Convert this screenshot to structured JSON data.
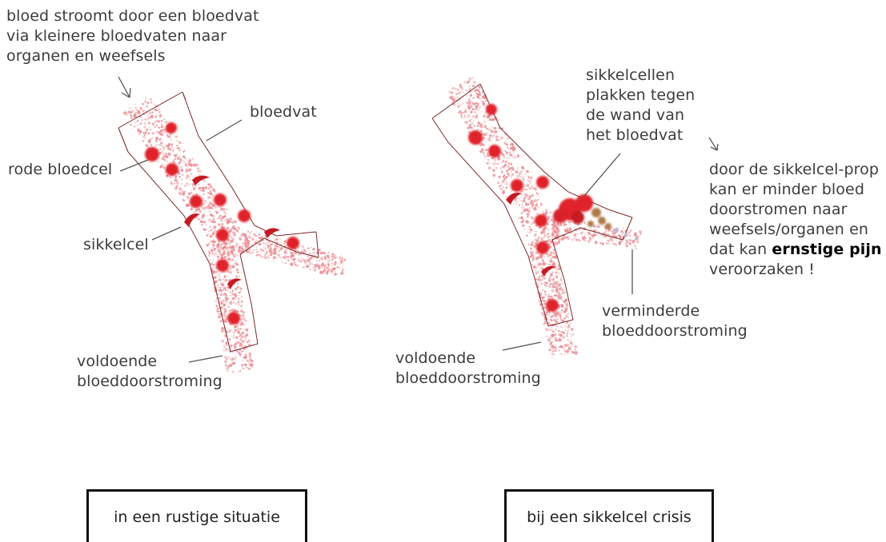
{
  "left": {
    "intro": "bloed stroomt door een bloedvat\nvia kleinere bloedvaten naar\norganen en weefsels",
    "vessel_label": "bloedvat",
    "rbc_label": "rode bloedcel",
    "sickle_label": "sikkelcel",
    "flow_label": "voldoende\nbloeddoorstroming",
    "caption": "in een rustige situatie"
  },
  "right": {
    "stick_label": "sikkelcellen\nplakken tegen\nde wand van\nhet bloedvat",
    "note_pre": "door de sikkelcel-prop\nkan er minder bloed\ndoorstromen naar\nweefsels/organen en\ndat kan ",
    "note_bold": "ernstige pijn",
    "note_post": "\nveroorzaken !",
    "reduced_label": "verminderde\nbloeddoorstroming",
    "flow_label": "voldoende\nbloeddoorstroming",
    "caption": "bij een sikkelcel crisis"
  },
  "colors": {
    "vessel_wall": "#7a2a2a",
    "blood_speckle": "#e8868c",
    "red_cell": "#e0202a",
    "sickle_cell": "#c41a22",
    "clot_brown": "#b07a4a",
    "annotation_line": "#555555"
  }
}
